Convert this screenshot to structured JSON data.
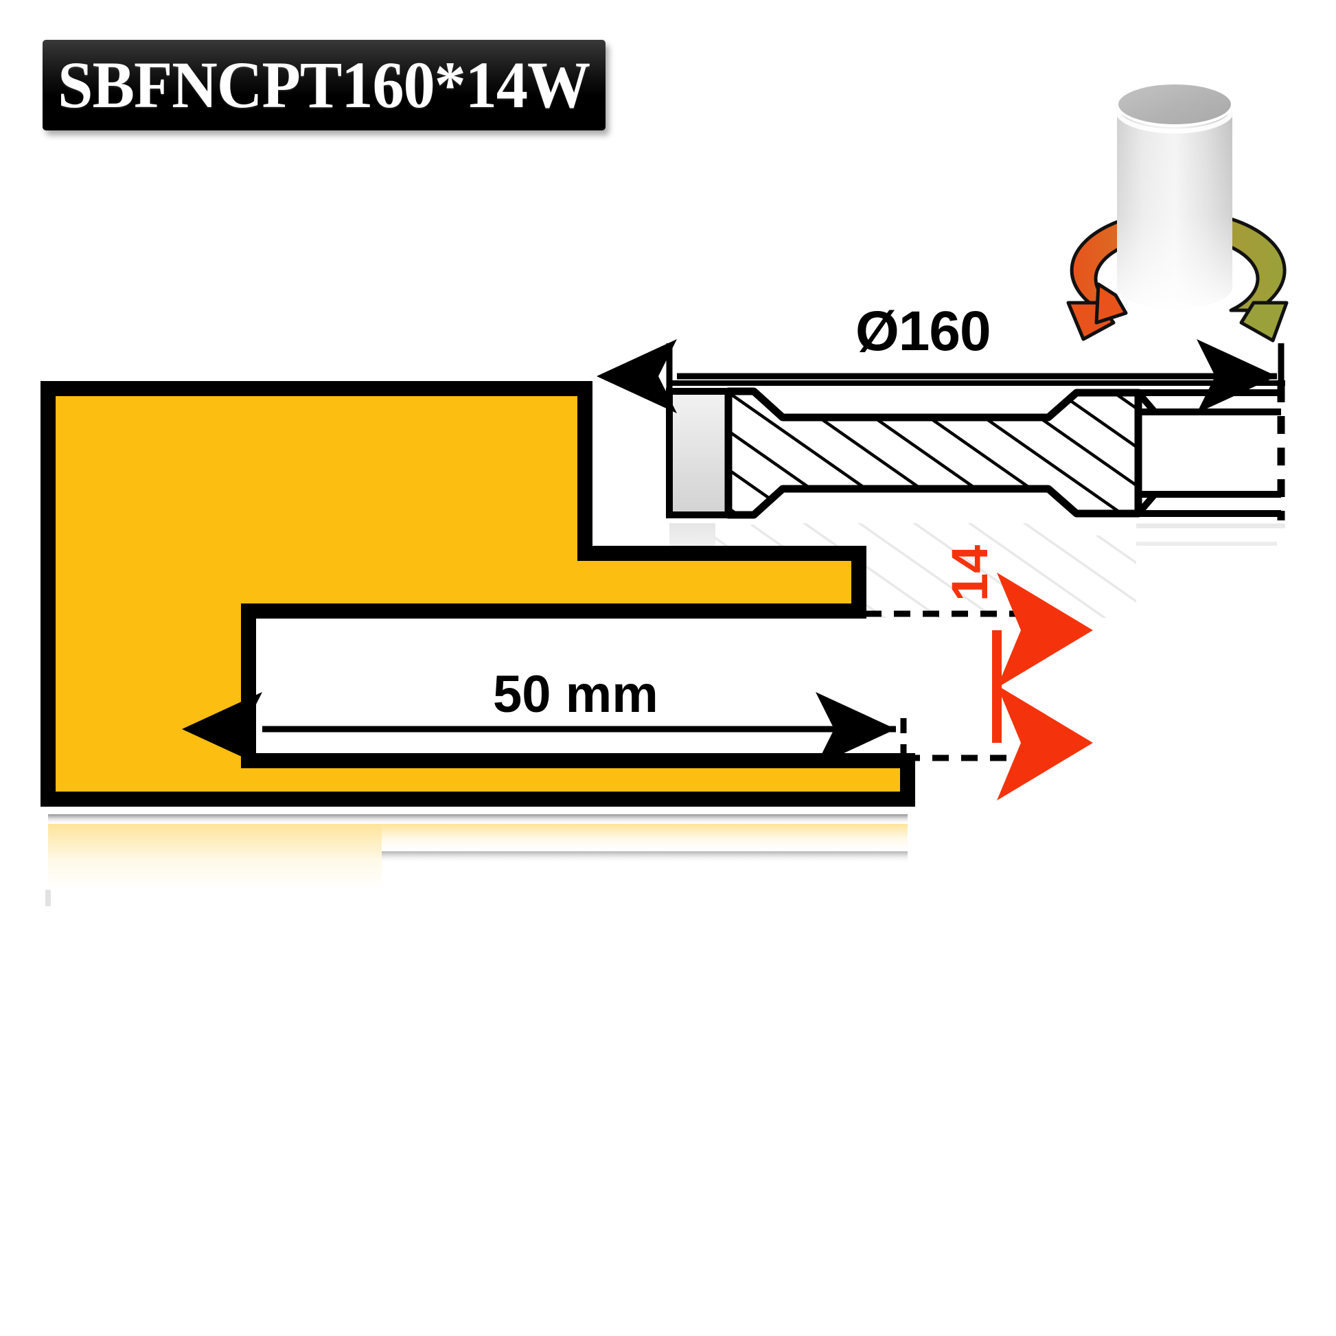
{
  "title": {
    "text": "SBFNCPT160*14W"
  },
  "labels": {
    "diameter": "Ø160",
    "length": "50 mm",
    "thickness": "14"
  },
  "colors": {
    "body_yellow": "#FCBE10",
    "outline_black": "#000000",
    "dimension_red": "#F4330C",
    "rotation_arrow_start": "#E8531B",
    "rotation_arrow_end": "#9AA13A",
    "cylinder_gray": "#B8B8B8",
    "banner_black": "#000000",
    "banner_text": "#FFFFFF"
  },
  "parts": {
    "profile_name": "yellow-step-profile",
    "section_name": "hatched-cross-section",
    "rotation_name": "rotating-cylinder-indicator"
  }
}
